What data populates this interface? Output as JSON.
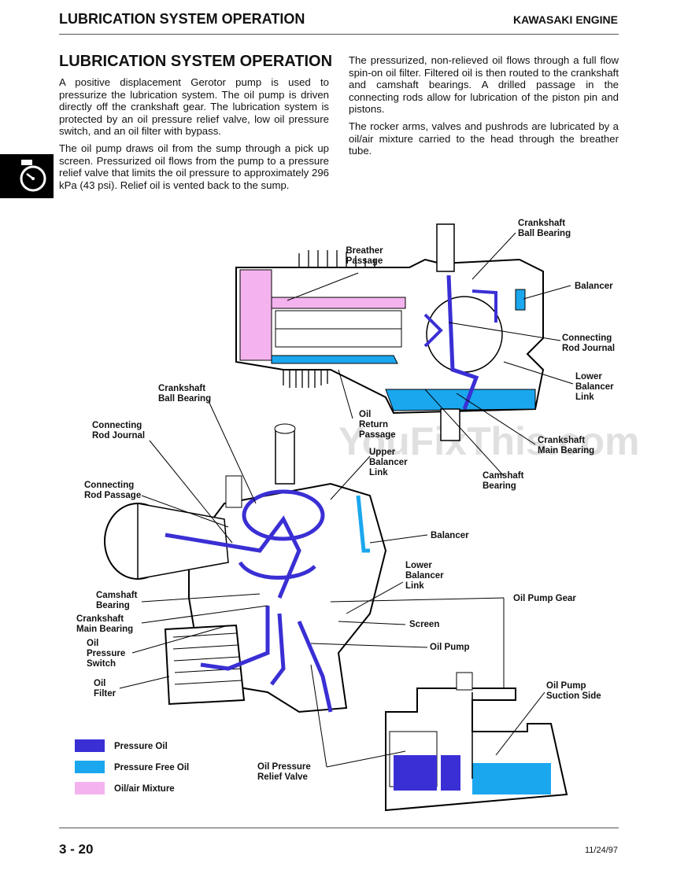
{
  "header": {
    "left": "LUBRICATION SYSTEM OPERATION",
    "right": "KAWASAKI ENGINE"
  },
  "section_title": "LUBRICATION SYSTEM OPERATION",
  "paragraphs_left": [
    "A positive displacement Gerotor pump is used to pressurize the lubrication system. The oil pump is driven directly off the crankshaft gear. The lubrication system is protected by an oil pressure relief valve, low oil pressure switch, and an oil filter with bypass.",
    "The oil pump draws oil from the sump through a pick up screen. Pressurized oil flows from the pump to a pressure relief valve that limits the oil pressure to approximately 296 kPa (43 psi). Relief oil is vented back to the sump."
  ],
  "paragraphs_right": [
    "The pressurized, non-relieved oil flows through a full flow spin-on oil filter. Filtered oil is then routed to the crankshaft and camshaft bearings. A drilled passage in the connecting rods allow for lubrication of the piston pin and pistons.",
    "The rocker arms, valves and pushrods are lubricated by a oil/air mixture carried to the head through the breather tube."
  ],
  "labels": {
    "breather_passage": [
      "Breather",
      "Passage"
    ],
    "crankshaft_ball_bearing_top": [
      "Crankshaft",
      "Ball Bearing"
    ],
    "balancer_top": [
      "Balancer"
    ],
    "connecting_rod_journal_top": [
      "Connecting",
      "Rod Journal"
    ],
    "lower_balancer_link_top": [
      "Lower",
      "Balancer",
      "Link"
    ],
    "crankshaft_main_bearing_top": [
      "Crankshaft",
      "Main Bearing"
    ],
    "camshaft_bearing_top": [
      "Camshaft",
      "Bearing"
    ],
    "oil_return_passage": [
      "Oil",
      "Return",
      "Passage"
    ],
    "upper_balancer_link": [
      "Upper",
      "Balancer",
      "Link"
    ],
    "crankshaft_ball_bearing_left": [
      "Crankshaft",
      "Ball Bearing"
    ],
    "connecting_rod_journal_left": [
      "Connecting",
      "Rod Journal"
    ],
    "connecting_rod_passage": [
      "Connecting",
      "Rod Passage"
    ],
    "balancer_mid": [
      "Balancer"
    ],
    "lower_balancer_link_mid": [
      "Lower",
      "Balancer",
      "Link"
    ],
    "oil_pump_gear": [
      "Oil Pump Gear"
    ],
    "camshaft_bearing_left": [
      "Camshaft",
      "Bearing"
    ],
    "crankshaft_main_bearing_left": [
      "Crankshaft",
      "Main Bearing"
    ],
    "screen": [
      "Screen"
    ],
    "oil_pressure_switch": [
      "Oil",
      "Pressure",
      "Switch"
    ],
    "oil_pump": [
      "Oil Pump"
    ],
    "oil_filter": [
      "Oil",
      "Filter"
    ],
    "oil_pump_suction_side": [
      "Oil Pump",
      "Suction Side"
    ],
    "oil_pressure_relief_valve": [
      "Oil Pressure",
      "Relief Valve"
    ]
  },
  "legend": [
    {
      "label": "Pressure Oil",
      "color": "#3a2fd4"
    },
    {
      "label": "Pressure Free Oil",
      "color": "#1ba7ee"
    },
    {
      "label": "Oil/air Mixture",
      "color": "#f4b3ee"
    }
  ],
  "colors": {
    "pressure_oil": "#3a2fd4",
    "pressure_free_oil": "#1ba7ee",
    "oil_air_mixture": "#f4b3ee",
    "tab": "#000000"
  },
  "watermark": "YouFixThis.com",
  "footer": {
    "page": "3 - 20",
    "date": "11/24/97"
  },
  "icons": {
    "section_tab": "stopwatch-icon"
  }
}
